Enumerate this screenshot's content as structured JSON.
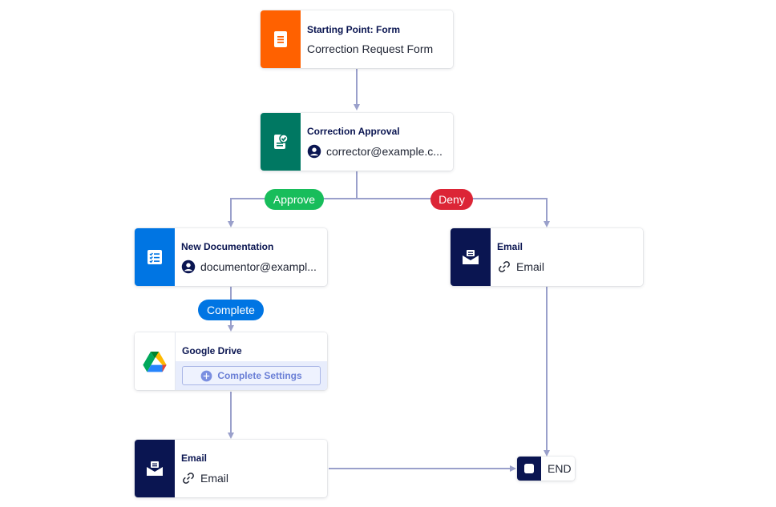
{
  "colors": {
    "form": "#ff6100",
    "approval": "#007862",
    "documentation": "#0075e3",
    "email": "#0a1551",
    "approve": "#18bd5b",
    "deny": "#dc2536",
    "complete": "#0075e3",
    "connector": "#9aa0cb"
  },
  "nodes": {
    "start": {
      "title": "Starting Point: Form",
      "subtitle": "Correction Request Form",
      "icon": "form-icon"
    },
    "approval": {
      "title": "Correction Approval",
      "subtitle": "corrector@example.c...",
      "icon": "approval-icon",
      "sub_icon": "user-icon"
    },
    "documentation": {
      "title": "New Documentation",
      "subtitle": "documentor@exampl...",
      "icon": "checklist-icon",
      "sub_icon": "user-icon"
    },
    "google_drive": {
      "title": "Google Drive",
      "button": "Complete Settings",
      "icon": "google-drive-icon",
      "button_icon": "plus-icon"
    },
    "email_left": {
      "title": "Email",
      "subtitle": "Email",
      "icon": "email-icon",
      "sub_icon": "link-icon"
    },
    "email_right": {
      "title": "Email",
      "subtitle": "Email",
      "icon": "email-icon",
      "sub_icon": "link-icon"
    },
    "end": {
      "label": "END",
      "icon": "stop-icon"
    }
  },
  "labels": {
    "approve": "Approve",
    "deny": "Deny",
    "complete": "Complete"
  }
}
